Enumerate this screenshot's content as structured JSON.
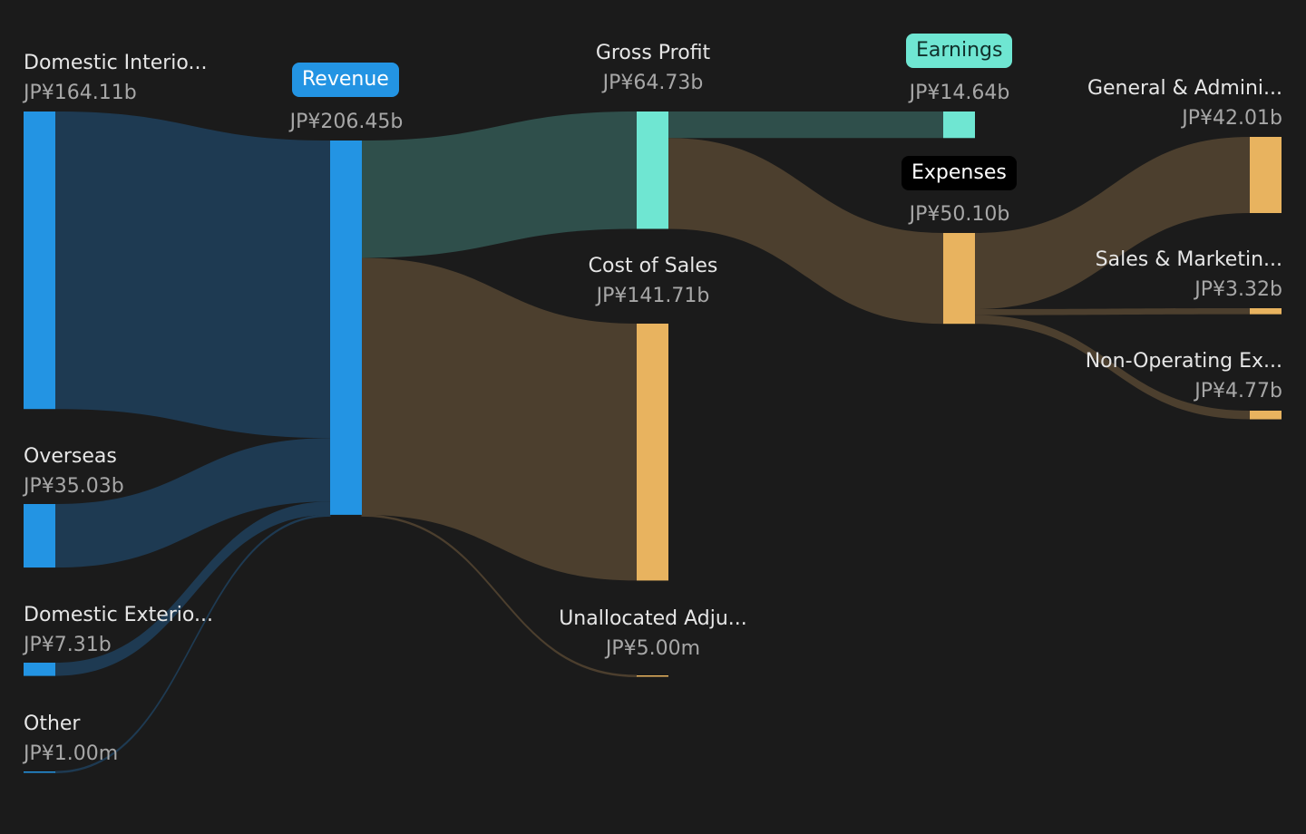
{
  "colors": {
    "background": "#1b1b1b",
    "revenue": "#2394e3",
    "profit": "#6fe6d2",
    "expense": "#e8b35f",
    "link_revenue": "#1e3a52",
    "link_profit": "#2f4f4b",
    "link_expense": "#4c3f2e"
  },
  "chart_data": {
    "type": "sankey",
    "unit": "JP¥",
    "nodes": [
      {
        "id": "domestic_interior",
        "name": "Domestic Interio...",
        "value": 164.11,
        "value_label": "JP¥164.11b",
        "color": "revenue"
      },
      {
        "id": "overseas",
        "name": "Overseas",
        "value": 35.03,
        "value_label": "JP¥35.03b",
        "color": "revenue"
      },
      {
        "id": "domestic_exterior",
        "name": "Domestic Exterio...",
        "value": 7.31,
        "value_label": "JP¥7.31b",
        "color": "revenue"
      },
      {
        "id": "other",
        "name": "Other",
        "value": 0.001,
        "value_label": "JP¥1.00m",
        "color": "revenue"
      },
      {
        "id": "revenue",
        "name": "Revenue",
        "value": 206.45,
        "value_label": "JP¥206.45b",
        "color": "revenue"
      },
      {
        "id": "gross_profit",
        "name": "Gross Profit",
        "value": 64.73,
        "value_label": "JP¥64.73b",
        "color": "profit"
      },
      {
        "id": "cost_of_sales",
        "name": "Cost of Sales",
        "value": 141.71,
        "value_label": "JP¥141.71b",
        "color": "expense"
      },
      {
        "id": "unallocated",
        "name": "Unallocated Adju...",
        "value": 0.005,
        "value_label": "JP¥5.00m",
        "color": "expense"
      },
      {
        "id": "earnings",
        "name": "Earnings",
        "value": 14.64,
        "value_label": "JP¥14.64b",
        "color": "profit"
      },
      {
        "id": "expenses",
        "name": "Expenses",
        "value": 50.1,
        "value_label": "JP¥50.10b",
        "color": "expense"
      },
      {
        "id": "ga",
        "name": "General & Admini...",
        "value": 42.01,
        "value_label": "JP¥42.01b",
        "color": "expense"
      },
      {
        "id": "sm",
        "name": "Sales & Marketin...",
        "value": 3.32,
        "value_label": "JP¥3.32b",
        "color": "expense"
      },
      {
        "id": "nonop",
        "name": "Non-Operating Ex...",
        "value": 4.77,
        "value_label": "JP¥4.77b",
        "color": "expense"
      }
    ],
    "links": [
      {
        "source": "domestic_interior",
        "target": "revenue",
        "value": 164.11
      },
      {
        "source": "overseas",
        "target": "revenue",
        "value": 35.03
      },
      {
        "source": "domestic_exterior",
        "target": "revenue",
        "value": 7.31
      },
      {
        "source": "other",
        "target": "revenue",
        "value": 0.001
      },
      {
        "source": "revenue",
        "target": "gross_profit",
        "value": 64.73
      },
      {
        "source": "revenue",
        "target": "cost_of_sales",
        "value": 141.71
      },
      {
        "source": "revenue",
        "target": "unallocated",
        "value": 0.005
      },
      {
        "source": "gross_profit",
        "target": "earnings",
        "value": 14.64
      },
      {
        "source": "gross_profit",
        "target": "expenses",
        "value": 50.1
      },
      {
        "source": "expenses",
        "target": "ga",
        "value": 42.01
      },
      {
        "source": "expenses",
        "target": "sm",
        "value": 3.32
      },
      {
        "source": "expenses",
        "target": "nonop",
        "value": 4.77
      }
    ]
  }
}
